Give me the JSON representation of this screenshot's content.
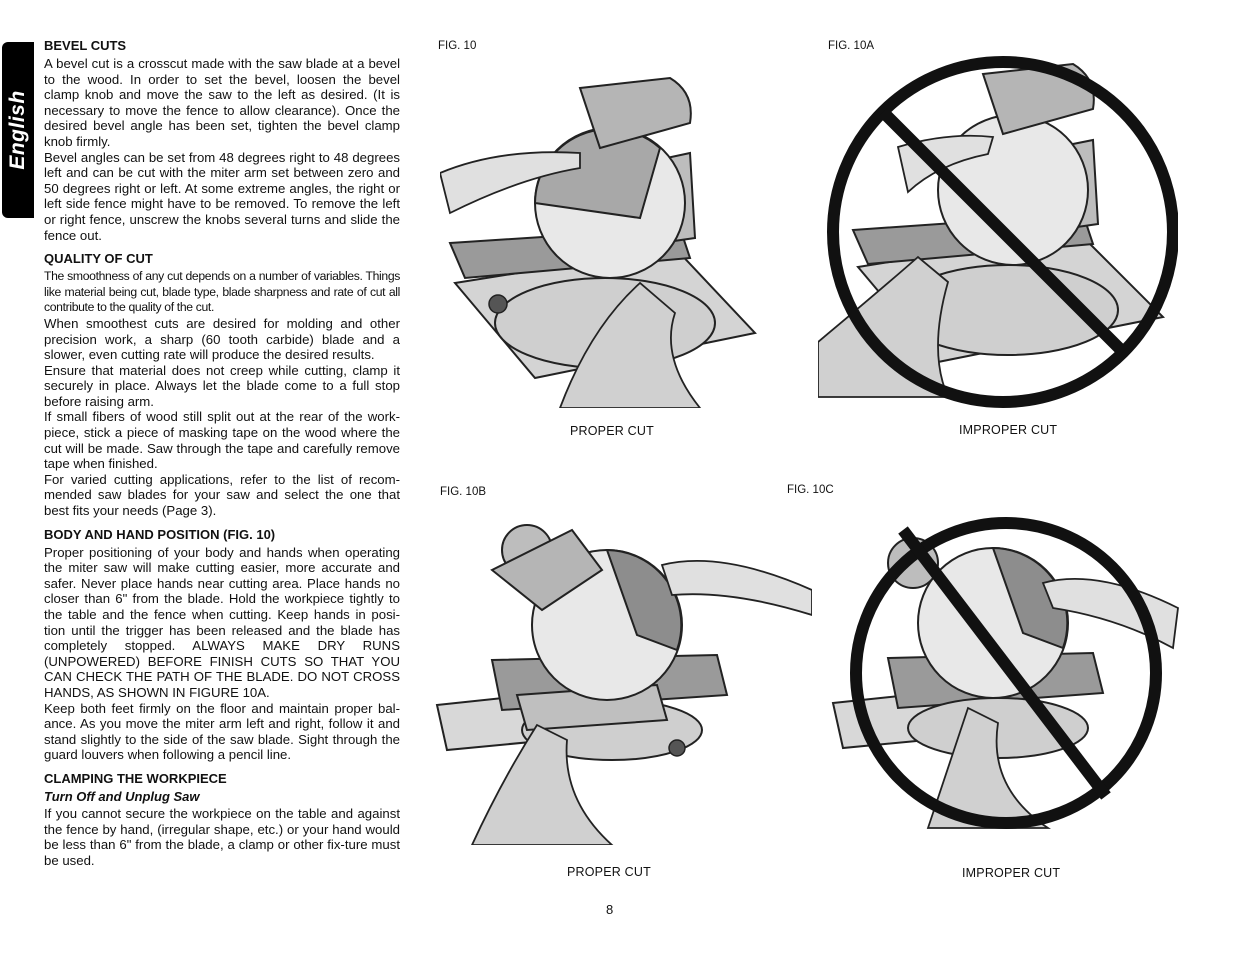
{
  "language_tab": "English",
  "sections": [
    {
      "heading": "BEVEL CUTS",
      "paragraphs": [
        "A bevel cut is a crosscut made with the saw blade at a bevel to the wood. In order to set the bevel, loosen the bevel clamp knob and move the saw to the left as desired. (It is necessary to move the fence to allow clearance). Once the desired bevel angle has been set, tighten the bevel clamp knob firmly.",
        "Bevel angles can be set from 48 degrees right to 48 degrees left and can be cut with the miter arm set between zero and 50 degrees right or left. At some extreme angles, the right or left side fence might have to be removed. To remove the left or right fence, unscrew the knobs several turns and slide the fence out."
      ]
    },
    {
      "heading": "QUALITY OF CUT",
      "paragraphs": [
        "The smoothness of any cut depends on a number of variables. Things like material being cut, blade type, blade sharpness and rate of cut all contribute to the quality of the cut.",
        "When smoothest cuts are desired for molding and other precision work, a sharp (60 tooth carbide) blade and a slower, even cutting rate will produce the desired results.",
        "Ensure that material does not creep while cutting, clamp it securely in place. Always let the blade come to a full stop before raising arm.",
        "If small fibers of wood still split out at the rear of the work-piece, stick a piece of masking tape on the wood where the cut will be made. Saw through the tape and carefully remove tape when finished.",
        "For varied cutting applications, refer to the list of recom-mended saw blades for your saw and select the one that best fits your needs (Page 3)."
      ]
    },
    {
      "heading": "BODY AND HAND POSITION (FIG. 10)",
      "paragraphs": [
        "Proper positioning of your body and hands when operating the miter saw will make cutting easier, more accurate and safer. Never place hands near cutting area. Place hands no closer than 6\" from the blade. Hold the workpiece tightly to the table and the fence when cutting. Keep hands in posi-tion until the trigger has been released and the blade has completely stopped. ALWAYS MAKE DRY RUNS (UNPOWERED) BEFORE FINISH CUTS SO THAT YOU CAN CHECK THE PATH OF THE BLADE. DO NOT CROSS HANDS, AS SHOWN IN FIGURE 10A.",
        "Keep both feet firmly on the floor and maintain proper bal-ance. As you move the miter arm left and right, follow it and stand slightly to the side of the saw blade. Sight through the guard louvers when following a pencil line."
      ]
    },
    {
      "heading": "CLAMPING THE WORKPIECE",
      "subheading": "Turn Off and Unplug Saw",
      "paragraphs": [
        "If you cannot secure the workpiece on the table and against the fence by hand, (irregular shape, etc.) or your hand would be less than 6\" from the blade, a clamp or other fix-ture must be used."
      ]
    }
  ],
  "figures": [
    {
      "label": "FIG. 10",
      "caption": "PROPER CUT"
    },
    {
      "label": "FIG. 10A",
      "caption": "IMPROPER CUT"
    },
    {
      "label": "FIG. 10B",
      "caption": "PROPER CUT"
    },
    {
      "label": "FIG. 10C",
      "caption": "IMPROPER CUT"
    }
  ],
  "page_number": "8"
}
